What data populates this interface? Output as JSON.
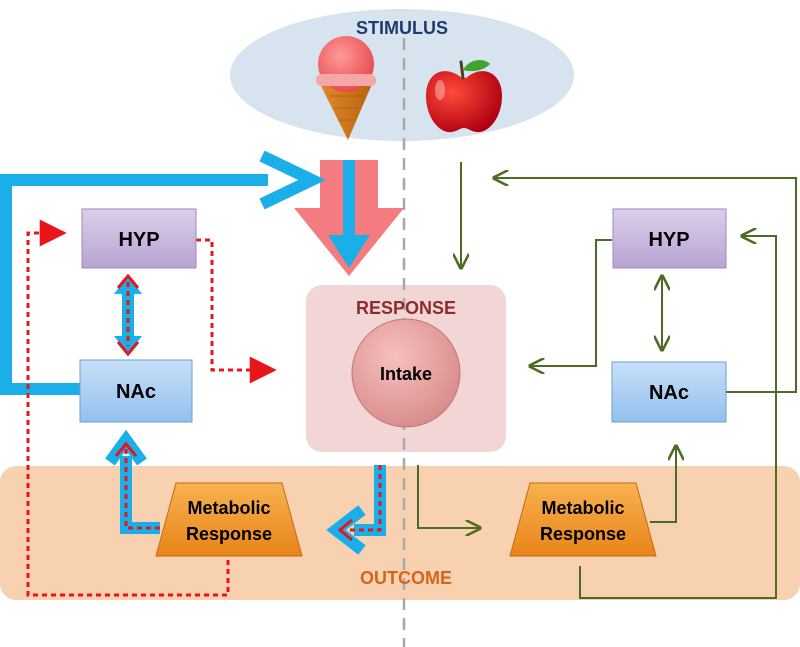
{
  "stimulus": {
    "title": "STIMULUS"
  },
  "response": {
    "title": "RESPONSE",
    "intake": "Intake"
  },
  "outcome": {
    "title": "OUTCOME"
  },
  "left": {
    "hyp": "HYP",
    "nac": "NAc",
    "metabolic_line1": "Metabolic",
    "metabolic_line2": "Response"
  },
  "right": {
    "hyp": "HYP",
    "nac": "NAc",
    "metabolic_line1": "Metabolic",
    "metabolic_line2": "Response"
  },
  "colors": {
    "blue_arrow": "#1AAFE8",
    "red_dotted": "#E8161B",
    "green_arrow": "#4E6B25",
    "pink_arrow": "#F47C80",
    "hyp_box": "#C6B3DC",
    "nac_box": "#A8CDF2",
    "metabolic_box": "#F39A2A",
    "outcome_band": "#F8D2B0",
    "response_box": "#F2D6D6",
    "stimulus_ellipse": "#D8E3F0",
    "title_blue": "#1F3D6B",
    "title_red": "#8E2B2E",
    "title_orange": "#D4651B"
  }
}
